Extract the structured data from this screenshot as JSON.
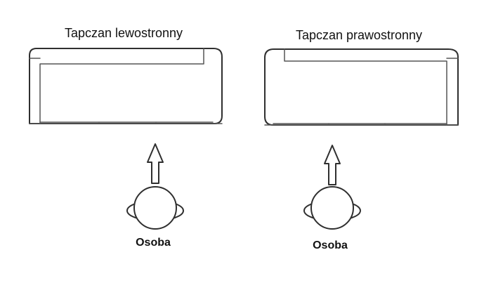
{
  "diagram": {
    "left": {
      "title": "Tapczan lewostronny",
      "person_label": "Osoba"
    },
    "right": {
      "title": "Tapczan prawostronny",
      "person_label": "Osoba"
    }
  }
}
